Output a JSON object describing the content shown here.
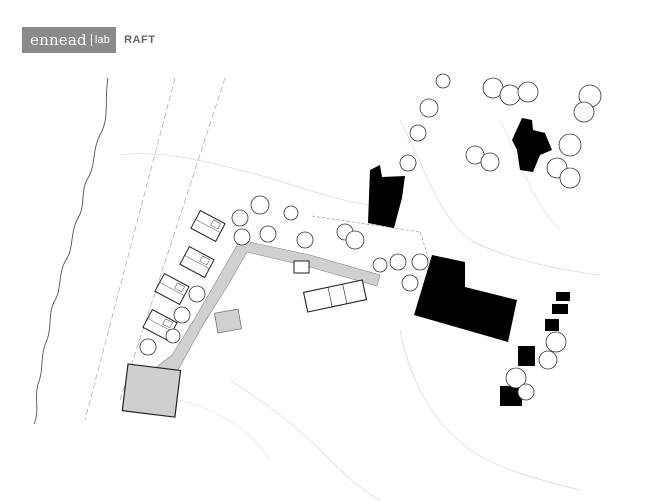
{
  "logo": {
    "brand": "ennead",
    "lab": "lab",
    "project": "RAFT"
  },
  "colors": {
    "logo_box": "#8a8a8a",
    "building": "#000000",
    "path": "#d0d0d0",
    "line": "#444444"
  },
  "icons": [
    "tree-symbol",
    "cabin-plan",
    "building-footprint"
  ]
}
